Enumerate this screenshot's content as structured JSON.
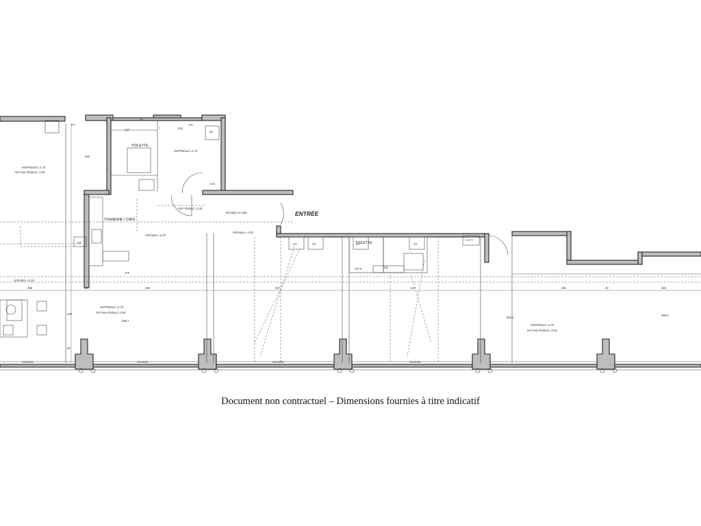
{
  "caption": "Document non contractuel – Dimensions fournies à titre indicatif",
  "labels": {
    "entree": "ENTRÉE",
    "toilette_1": "TOILETTE",
    "toilette_2": "TOILETTE",
    "tisanerie": "TISANERIE / CAFE",
    "elevation": "élévation en plat",
    "pf_left": "P.F.",
    "pf_mid": "P.F.",
    "al": "AL",
    "am": "A.M.",
    "hsf_plafond_1": "HSFPlafond =2.70",
    "hsf_plafond_2": "HSFPlafond =2.70",
    "hs_faux_plafond_1": "HS Faux-Plafond =2.50",
    "hsf_plafond_3": "HSF Plafond =2.20",
    "hsf_plafond_4": "HSFPlafond =2.70",
    "hs_faux_plafond_4": "HS Faux-Plafond =2.50",
    "hsf_plafond_5": "HSFPlafond =2.70",
    "hs_faux_plafond_5": "HS Faux-Plafond =2.50",
    "hsp_poutre_1": "HSPoutre =2.20",
    "hsp_poutre_2": "HSPoutre =2.20",
    "hsp_poutre_3": "HSPoutre =2.20",
    "gt_1": "GT",
    "gt_2": "GT",
    "gt_3": "GT",
    "gt_4": "GT",
    "gt_5": "GT",
    "cet": "C.E.T.",
    "dim_455": "455",
    "dim_496": "496",
    "dim_547": "547",
    "dim_547b": "547",
    "dim_491": "491",
    "dim_462": "462",
    "dim_20": "20",
    "dim_30": "30",
    "dim_203": "203",
    "dim_262": "262",
    "dim_269_7": "269.7",
    "dim_365_1": "365.1",
    "dim_366_8": "366.8",
    "dim_127_6": "127.6",
    "dim_132": "132",
    "dim_127": "127",
    "dim_7": "7",
    "dim_69": "69",
    "dim_88": "88",
    "dim_229": "229",
    "dim_179": "179",
    "corniche_1": "Corniche",
    "corniche_2": "Corniche",
    "corniche_3": "Corniche",
    "corniche_4": "Corniche"
  }
}
